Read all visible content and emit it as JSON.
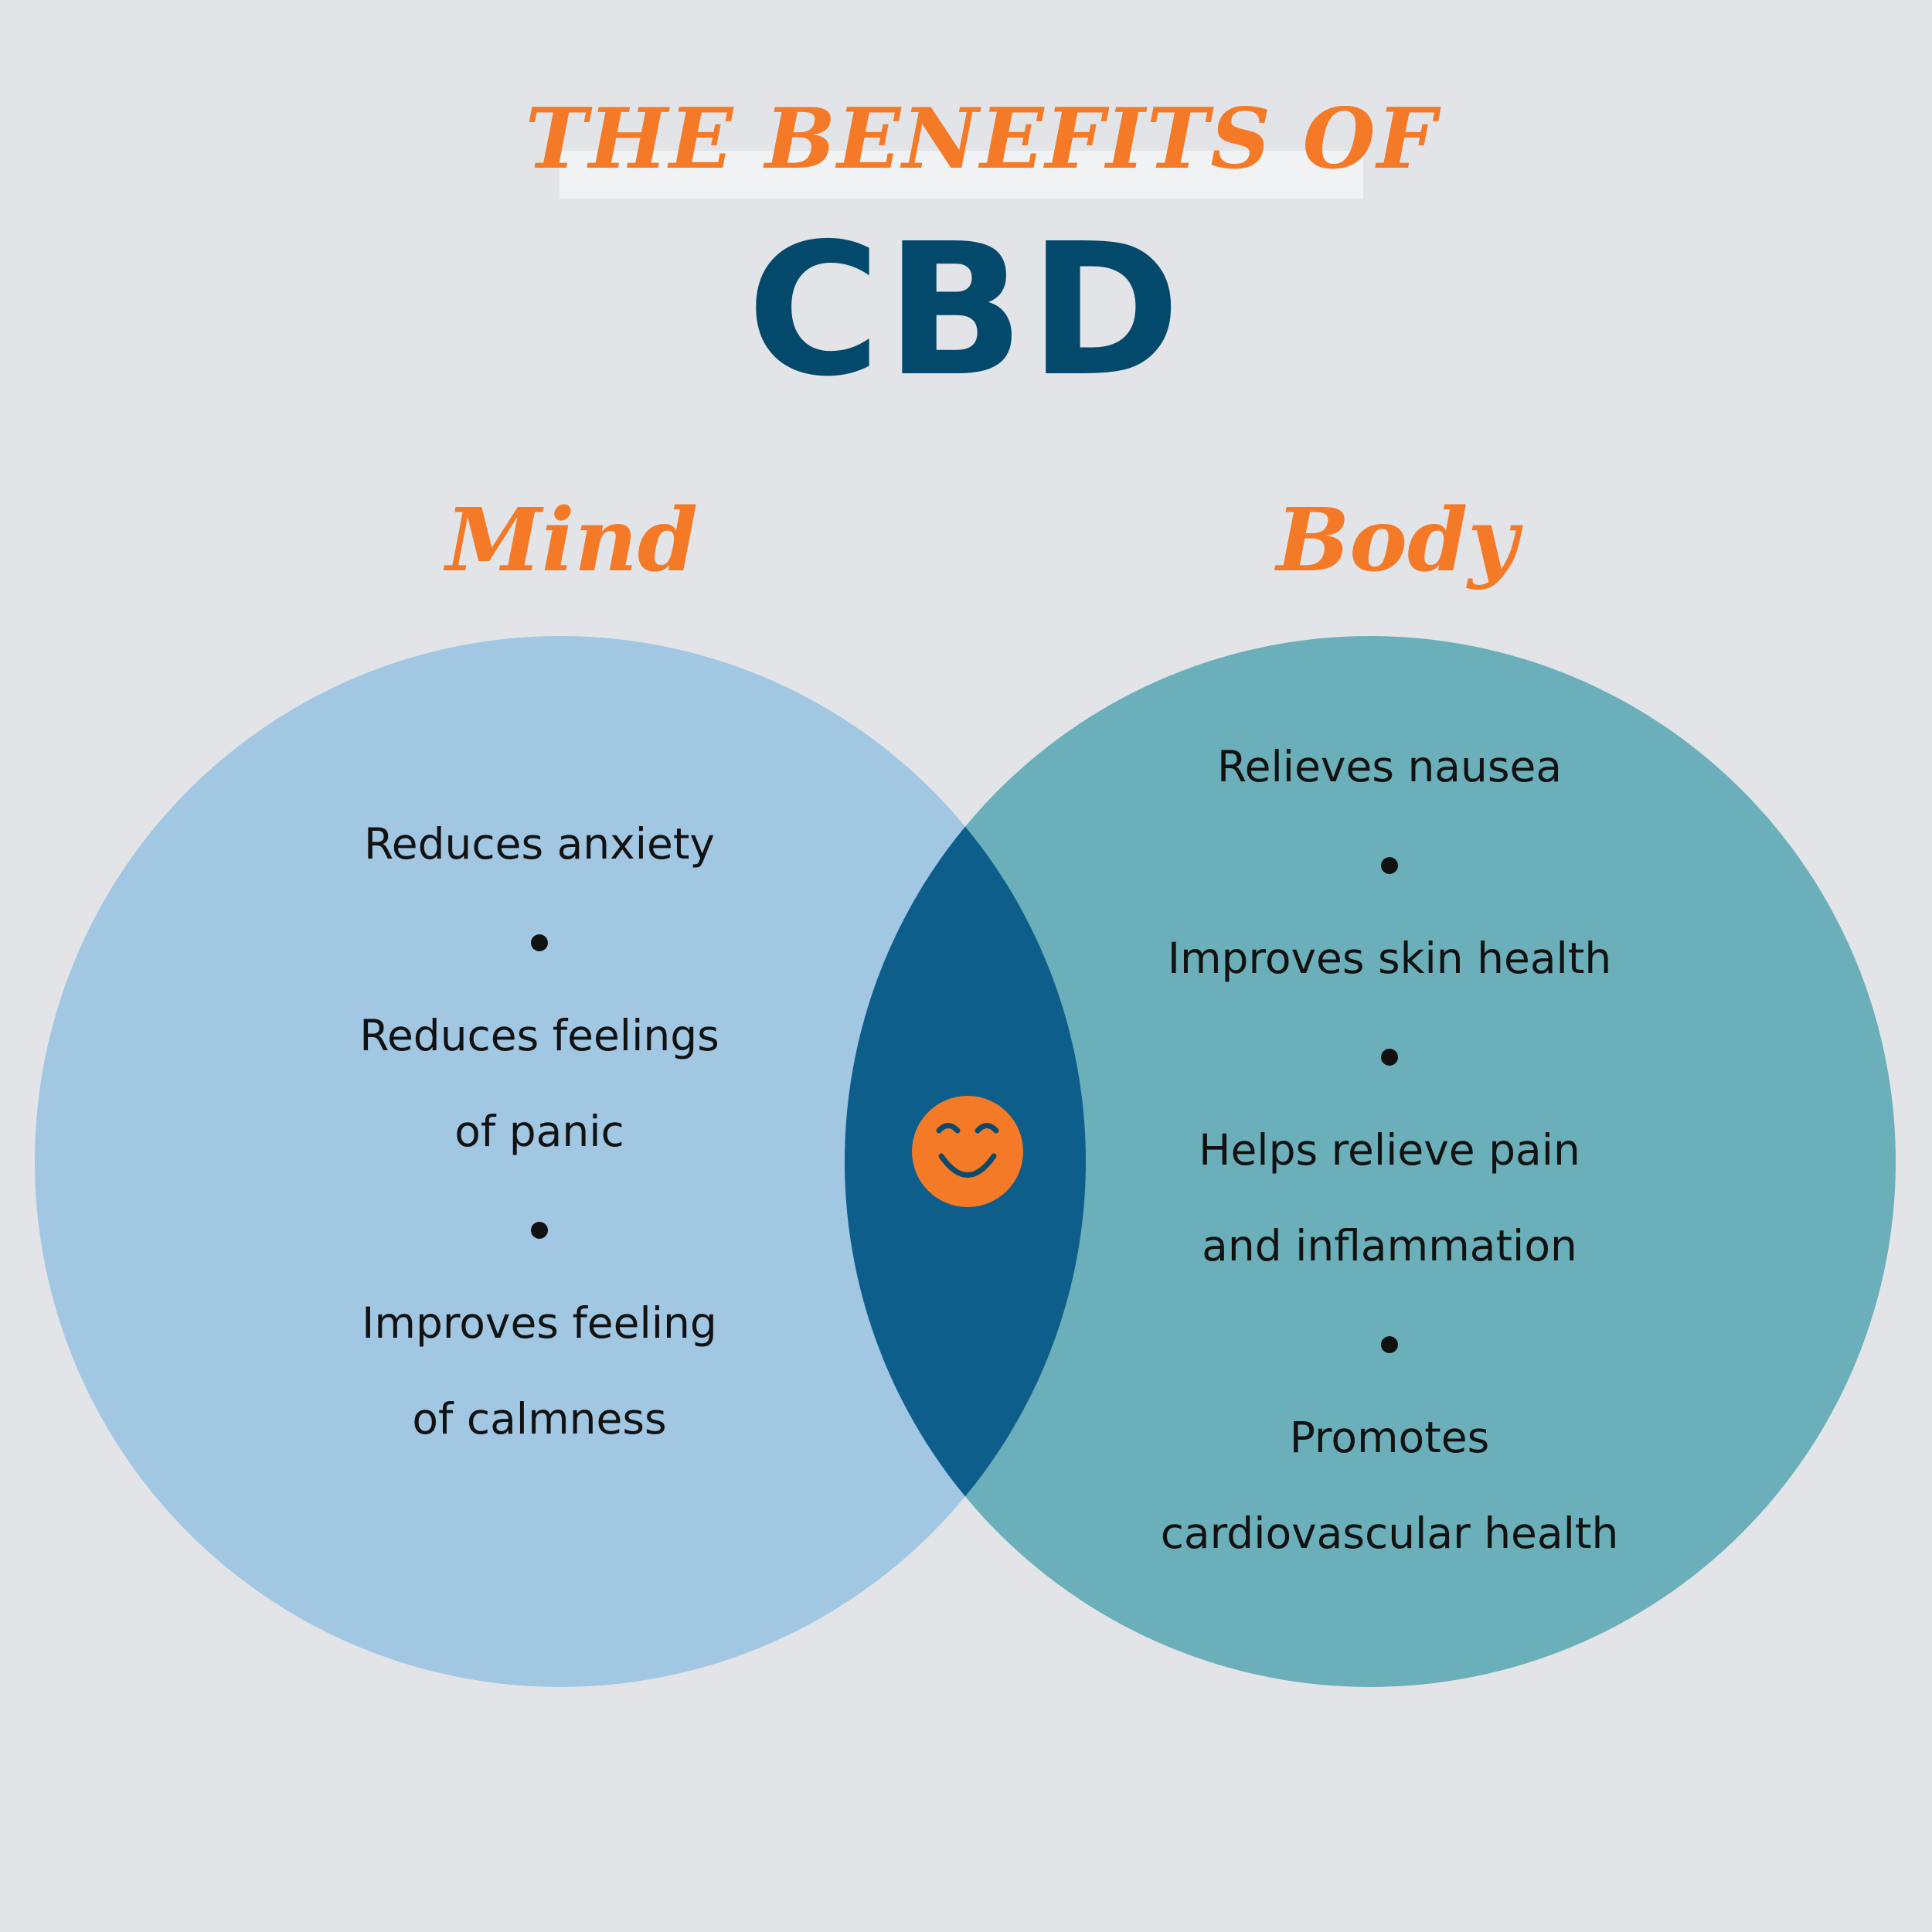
{
  "title": {
    "top": "THE BENEFITS OF",
    "main": "CBD"
  },
  "colors": {
    "background": "#e2e4e8",
    "accent_orange": "#f47a28",
    "title_navy": "#03496b",
    "mind_circle": "#a1c7e3",
    "body_circle": "#6aafb9",
    "overlap": "#0e5e8c"
  },
  "mind": {
    "heading": "Mind",
    "lines": [
      "Reduces anxiety",
      "•",
      "Reduces feelings",
      "of panic",
      "•",
      "Improves feeling",
      "of calmness"
    ]
  },
  "body": {
    "heading": "Body",
    "lines": [
      "Relieves nausea",
      "•",
      "Improves skin health",
      "•",
      "Helps relieve pain",
      "and inflammation",
      "•",
      "Promotes",
      "cardiovascular health"
    ]
  },
  "center_icon": "smiley-face-icon"
}
